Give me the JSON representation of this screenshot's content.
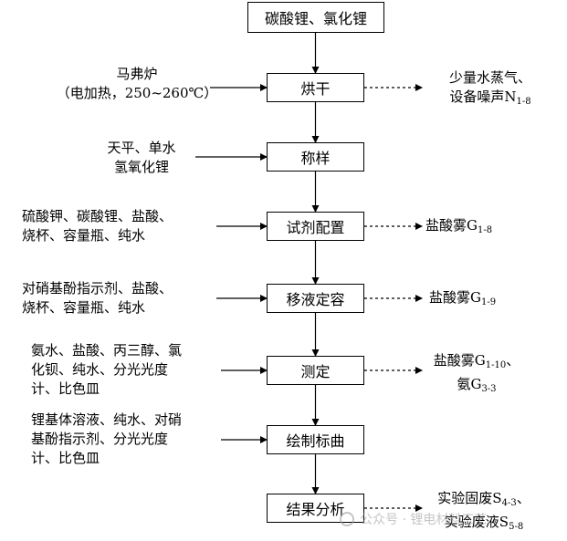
{
  "flow": {
    "top_box": "碳酸锂、氯化锂",
    "steps": [
      {
        "label": "烘干",
        "left": [
          "马弗炉",
          "（电加热，250~260℃）"
        ],
        "right": [
          [
            {
              "t": "少量水蒸气、"
            }
          ],
          [
            {
              "t": "设备噪声N"
            },
            {
              "t": "1-8",
              "sub": true
            }
          ]
        ]
      },
      {
        "label": "称样",
        "left": [
          "天平、单水",
          "氢氧化锂"
        ],
        "right": []
      },
      {
        "label": "试剂配置",
        "left": [
          "硫酸钾、碳酸锂、盐酸、",
          "烧杯、容量瓶、纯水"
        ],
        "right": [
          [
            {
              "t": "盐酸雾G"
            },
            {
              "t": "1-8",
              "sub": true
            }
          ]
        ]
      },
      {
        "label": "移液定容",
        "left": [
          "对硝基酚指示剂、盐酸、",
          "烧杯、容量瓶、纯水"
        ],
        "right": [
          [
            {
              "t": "盐酸雾G"
            },
            {
              "t": "1-9",
              "sub": true
            }
          ]
        ]
      },
      {
        "label": "测定",
        "left": [
          "氨水、盐酸、丙三醇、氯",
          "化钡、纯水、分光光度",
          "计、比色皿"
        ],
        "right": [
          [
            {
              "t": "盐酸雾G"
            },
            {
              "t": "1-10",
              "sub": true
            },
            {
              "t": "、"
            }
          ],
          [
            {
              "t": "氨G"
            },
            {
              "t": "3-3",
              "sub": true
            }
          ]
        ]
      },
      {
        "label": "绘制标曲",
        "left": [
          "锂基体溶液、纯水、对硝",
          "基酚指示剂、分光光度",
          "计、比色皿"
        ],
        "right": []
      },
      {
        "label": "结果分析",
        "left": [],
        "right": [
          [
            {
              "t": "实验固废S"
            },
            {
              "t": "4-3",
              "sub": true
            },
            {
              "t": "、"
            }
          ],
          [
            {
              "t": "实验废液S"
            },
            {
              "t": "5-8",
              "sub": true
            }
          ]
        ]
      }
    ]
  },
  "watermark": "公众号 · 锂电材料工艺",
  "colors": {
    "line": "#000000",
    "watermark": "#969696"
  }
}
